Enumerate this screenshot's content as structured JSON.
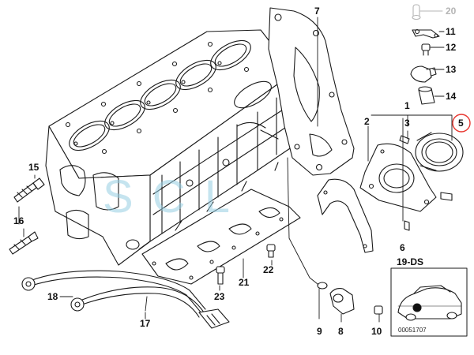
{
  "labels": {
    "n1": "1",
    "n2": "2",
    "n3": "3",
    "n5": "5",
    "n6": "6",
    "n7": "7",
    "n8": "8",
    "n9": "9",
    "n10": "10",
    "n11": "11",
    "n12": "12",
    "n13": "13",
    "n14": "14",
    "n15": "15",
    "n16": "16",
    "n17": "17",
    "n18": "18",
    "n19": "19-DS",
    "n20": "20",
    "n21": "21",
    "n22": "22",
    "n23": "23"
  },
  "inset_code": "00051707",
  "watermark": "S C L",
  "colors": {
    "line": "#1a1a1a",
    "highlight": "#e8362f",
    "muted": "#b5b5b5",
    "watermark": "#9ccfe0"
  }
}
